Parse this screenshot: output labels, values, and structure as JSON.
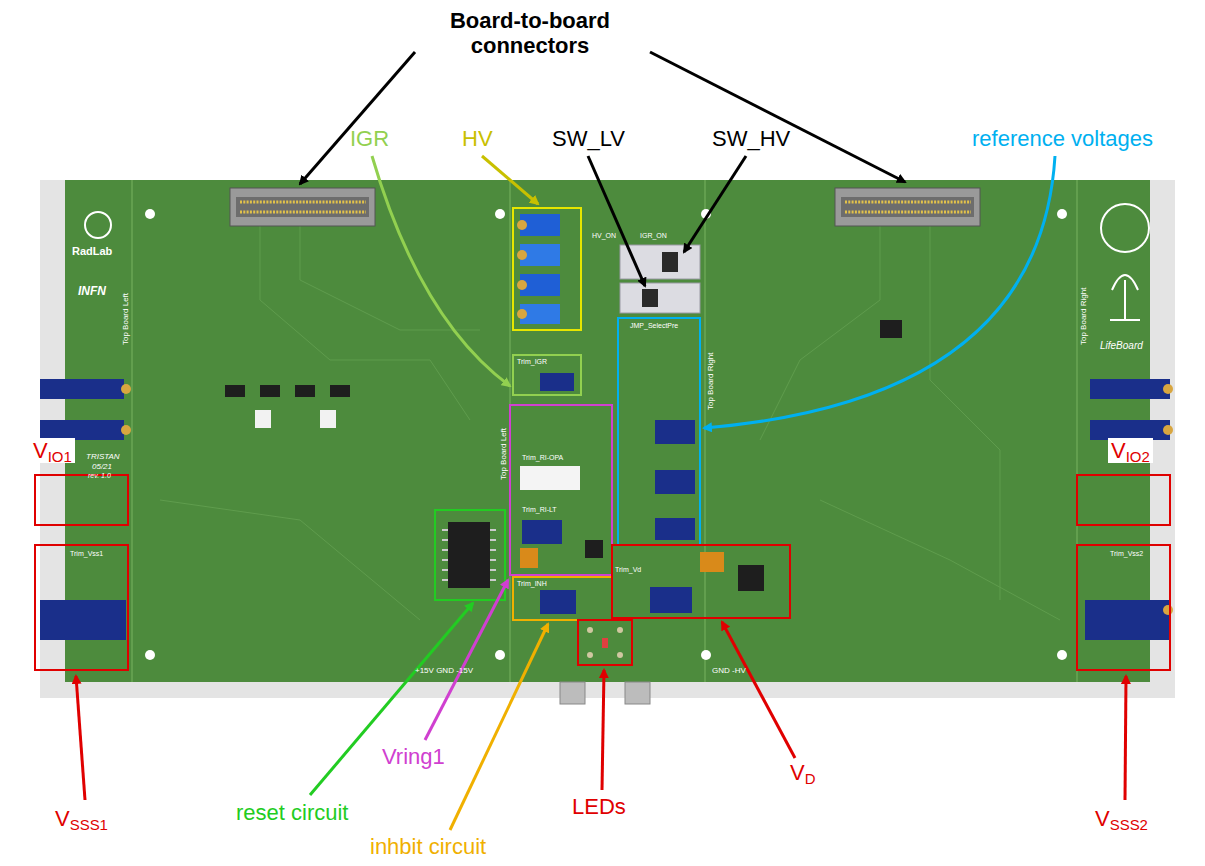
{
  "diagram": {
    "labels": [
      "Board-to-board connectors",
      "IGR",
      "HV",
      "SW_LV",
      "SW_HV",
      "reference voltages",
      "VIO1",
      "VIO2",
      "VSSS1",
      "VSSS2",
      "VD",
      "LEDs",
      "reset circuit",
      "Vring1",
      "inhbit circuit",
      "RadLab",
      "INFN",
      "TRISTAN",
      "05/21",
      "rev. 1.0",
      "Top Board Left",
      "Top Board Left",
      "Top Board Right",
      "Top Board Right",
      "LifeBoard",
      "+15V GND -15V",
      "GND -HV",
      "Trim_IGR",
      "Trim_INH",
      "Trim_Vd",
      "Trim_Vss1",
      "Trim_Vss2",
      "HV_ON",
      "IGR_ON",
      "JMP_SelectPre",
      "Trim_RI-OPA",
      "Trim_RI-LT"
    ]
  }
}
